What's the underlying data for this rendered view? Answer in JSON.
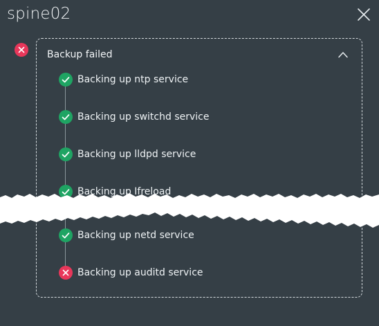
{
  "window": {
    "title": "spine02",
    "close_icon": "close-icon"
  },
  "backup": {
    "status": "failed",
    "status_icon": "error-circle-icon",
    "title": "Backup failed",
    "collapse_icon": "chevron-up-icon",
    "steps": [
      {
        "label": "Backing up ntp service",
        "status": "success"
      },
      {
        "label": "Backing up switchd service",
        "status": "success"
      },
      {
        "label": "Backing up lldpd service",
        "status": "success"
      },
      {
        "label": "Backing up Ifreload",
        "status": "success"
      },
      {
        "label": "Backing up netd service",
        "status": "success"
      },
      {
        "label": "Backing up auditd service",
        "status": "failed"
      }
    ]
  },
  "colors": {
    "background": "#353f46",
    "success": "#1fa463",
    "error": "#e8375a",
    "text": "#eef2f4",
    "border": "#d7dde0"
  }
}
